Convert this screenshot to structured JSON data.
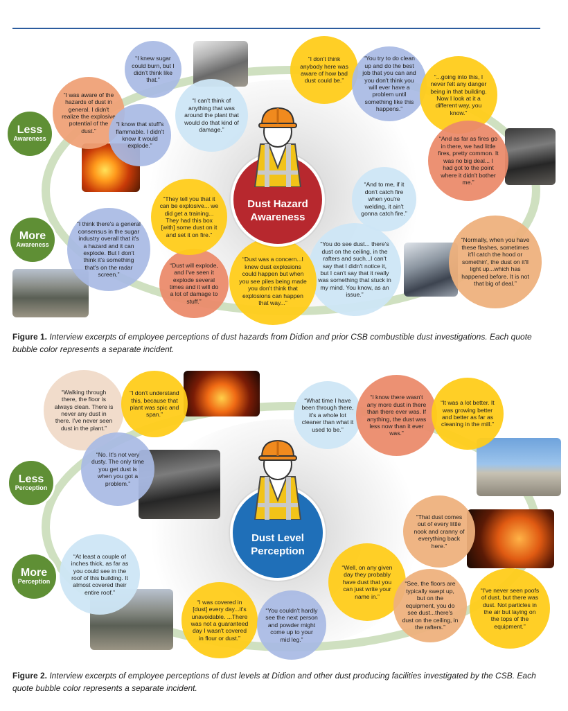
{
  "figure1": {
    "hub": {
      "line1": "Dust Hazard",
      "line2": "Awareness"
    },
    "less_tag": {
      "big": "Less",
      "small": "Awareness"
    },
    "more_tag": {
      "big": "More",
      "small": "Awareness"
    },
    "quotes": [
      "“I knew sugar could burn, but I didn't think like that.”",
      "“I was aware of the hazards of dust in general. I didn't realize the explosive potential of the dust.”",
      "“I know that stuff's flammable. I didn't know it would explode.”",
      "“I can't think of anything that was around the plant that would do that kind of damage.”",
      "“I don't think anybody here was aware of how bad dust could be.”",
      "“You try to do clean up and do the best job that you can and you don't think you will ever have a problem until something like this happens.”",
      "“...going into this, I never felt any danger being in that building. Now I look at it a different way, you know.”",
      "“And as far as fires go in there, we had little fires, pretty common. It was no big deal... I had got to the point where it didn't bother me.”",
      "“And to me, if it don't catch fire when you're welding, it ain't gonna catch fire.”",
      "“Normally, when you have these flashes, sometimes it'll catch the hood or somethin', the dust on it'll light up...which has happened before. It is not that big of deal.”",
      "“You do see dust... there's dust on the ceiling, in the rafters and such...I can't say that I didn't notice it, but I can't say that it really was something that stuck in my mind. You know, as an issue.”",
      "“Dust was a concern...I knew dust explosions could happen but when you see piles being made you don't think that explosions can happen that way...”",
      "“Dust will explode, and I've seen it explode several times and it will do a lot of damage to stuff.”",
      "“They tell you that it can be explosive... we did get a training... They had this box [with] some dust on it and set it on fire.”",
      "“I think there's a general consensus in the sugar industry overall that it's a hazard and it can explode. But I don't think it's something that's on the radar screen.”"
    ],
    "caption_label": "Figure 1.",
    "caption_text": " Interview excerpts of employee perceptions of dust hazards from Didion and prior CSB combustible dust investigations. Each quote bubble color represents a separate incident."
  },
  "figure2": {
    "hub": {
      "line1": "Dust Level",
      "line2": "Perception"
    },
    "less_tag": {
      "big": "Less",
      "small": "Perception"
    },
    "more_tag": {
      "big": "More",
      "small": "Perception"
    },
    "quotes": [
      "“Walking through there, the floor is always clean. There is never any dust in there. I've never seen dust in the plant.”",
      "“I don't understand this, because that plant was spic and span.”",
      "“What time I have been through there, it's a whole lot cleaner than what it used to be.”",
      "“I know there wasn't any more dust in there than there ever was. If anything, the dust was less now than it ever was.”",
      "“It was a lot better. It was growing better and better as far as cleaning in the mill.”",
      "“No. It's not very dusty. The only time you get dust is when you got a problem.”",
      "“That dust comes out of every little nook and cranny of everything back here.”",
      "“Well, on any given day they probably have dust that you can just write your name in.”",
      "“See, the floors are typically swept up, but on the equipment, you do see dust...there's dust on the ceiling, in the rafters.”",
      "“I've never seen poofs of dust, but there was dust. Not particles in the air but laying on the tops of the equipment.”",
      "“At least a couple of inches thick, as far as you could see in the roof of this building. It almost covered their entire roof.”",
      "“I was covered in [dust] every day...it's unavoidable. ...There was not a guaranteed day I wasn't covered in flour or dust.”",
      "“You couldn't hardly see the next person and powder might come up to your mid leg.”"
    ],
    "caption_label": "Figure 2.",
    "caption_text": " Interview excerpts of employee perceptions of dust levels at Didion and other dust producing facilities investigated by the CSB. Each quote bubble color represents a separate incident."
  },
  "colors": {
    "hub_red": "#b7282e",
    "hub_blue": "#1f6fb8",
    "tag_green": "#5f8f35",
    "ring_green": "#cfe0c0",
    "rule_blue": "#2b5c9e",
    "hardhat_orange": "#f08a1e",
    "vest_yellow": "#f2c318"
  },
  "icons": [
    "hardhat-worker-icon"
  ]
}
